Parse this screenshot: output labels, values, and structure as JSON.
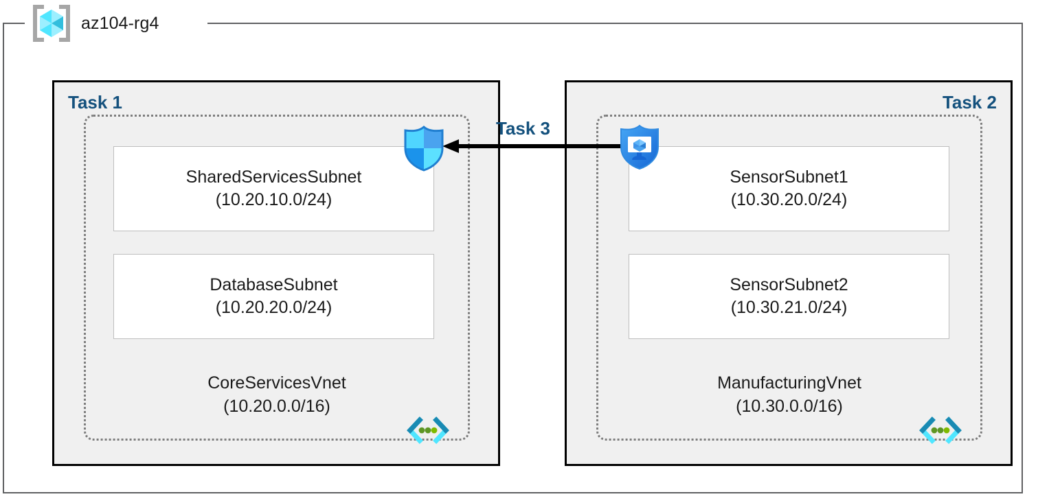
{
  "resource_group": {
    "name": "az104-rg4",
    "icon": "azure-resource-group-cube-icon"
  },
  "tasks": [
    {
      "id": "task1",
      "label": "Task 1",
      "align": "left"
    },
    {
      "id": "task2",
      "label": "Task 2",
      "align": "right"
    },
    {
      "id": "task3",
      "label": "Task 3"
    }
  ],
  "vnets": [
    {
      "id": "core-services-vnet",
      "name": "CoreServicesVnet",
      "cidr": "(10.20.0.0/16)",
      "icon": "vnet-angle-brackets-icon",
      "subnets": [
        {
          "name": "SharedServicesSubnet",
          "cidr": "(10.20.10.0/24)"
        },
        {
          "name": "DatabaseSubnet",
          "cidr": "(10.20.20.0/24)"
        }
      ]
    },
    {
      "id": "manufacturing-vnet",
      "name": "ManufacturingVnet",
      "cidr": "(10.30.0.0/16)",
      "icon": "vnet-angle-brackets-icon",
      "subnets": [
        {
          "name": "SensorSubnet1",
          "cidr": "(10.30.20.0/24)"
        },
        {
          "name": "SensorSubnet2",
          "cidr": "(10.30.21.0/24)"
        }
      ]
    }
  ],
  "connection": {
    "label": "Task 3",
    "direction": "right-to-left",
    "source_icon": "vnet-peering-monitor-shield-icon",
    "target_icon": "vnet-peering-shield-icon"
  },
  "colors": {
    "task_label": "#14517d",
    "panel_fill": "#f0f0f0",
    "panel_border": "#000000",
    "vnet_dotted_border": "#7c7c7c",
    "subnet_border": "#bdbdbd",
    "rg_border": "#5f6062",
    "arrow": "#000000",
    "azure_blue": "#0f8ae8",
    "azure_cyan": "#50e6ff",
    "vnet_green": "#5e9624"
  }
}
